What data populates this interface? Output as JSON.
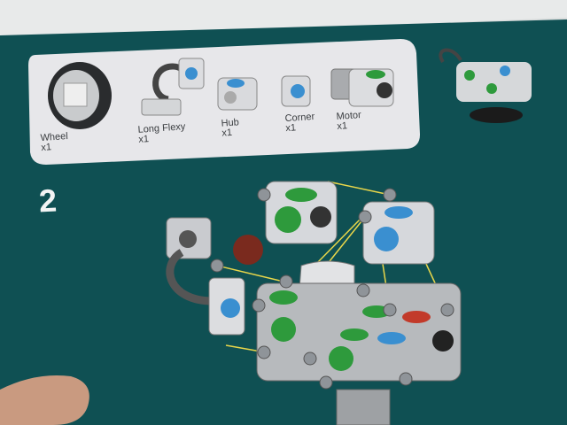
{
  "parts_panel": {
    "parts": [
      {
        "name": "Wheel",
        "qty": "x1"
      },
      {
        "name": "Long Flexy",
        "qty": "x1"
      },
      {
        "name": "Hub",
        "qty": "x1"
      },
      {
        "name": "Corner",
        "qty": "x1"
      },
      {
        "name": "Motor",
        "qty": "x1"
      }
    ]
  },
  "step_number": "2",
  "colors": {
    "page": "#0f4f52",
    "panel": "#e7e7ea",
    "hub_green": "#2e9a3c",
    "hub_blue": "#3a8fd0",
    "hub_red": "#c23a2a"
  }
}
